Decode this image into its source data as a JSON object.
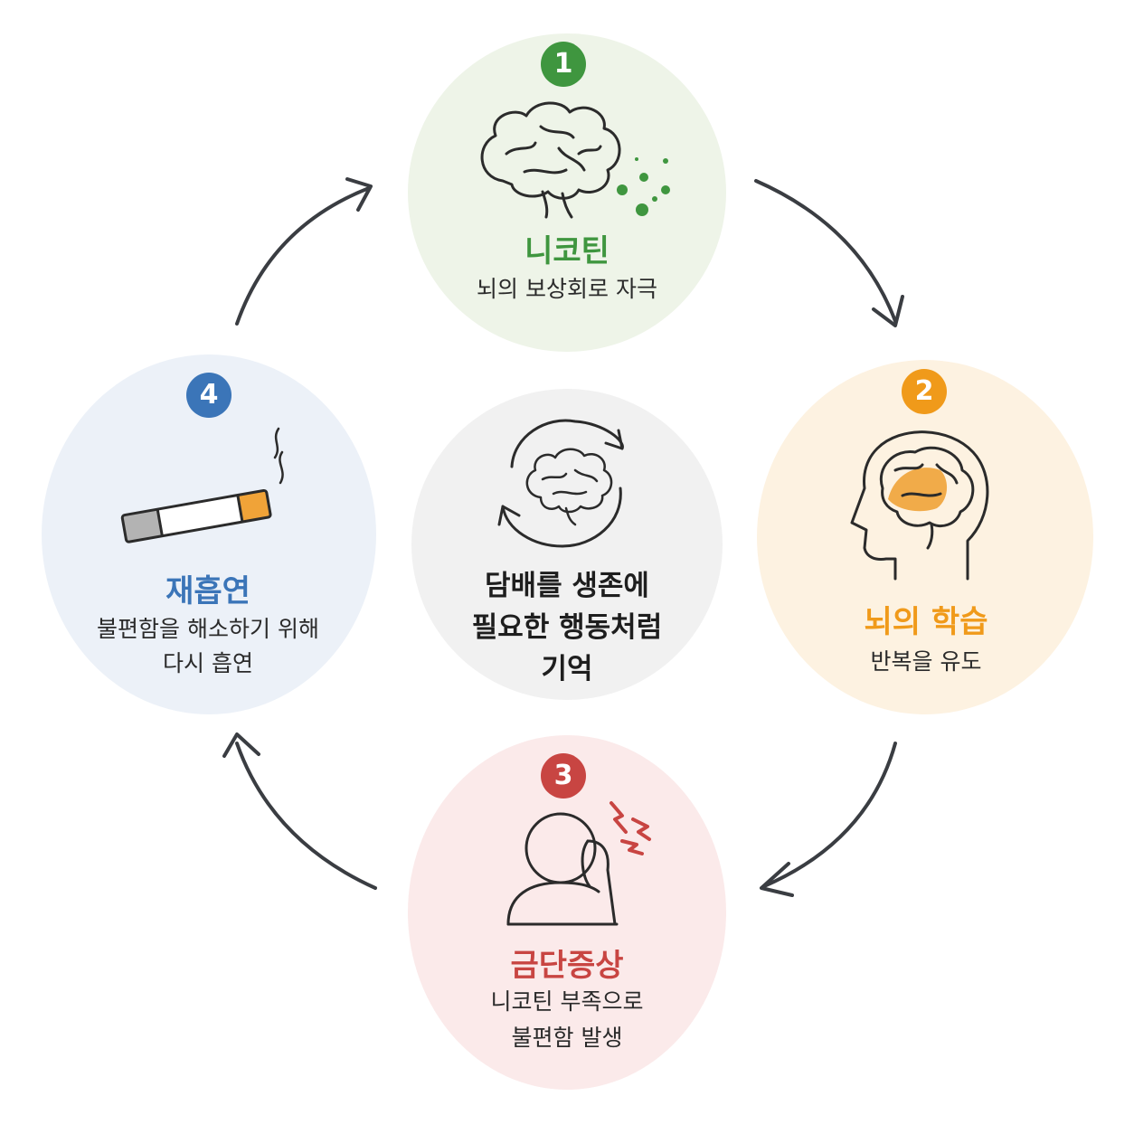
{
  "center": {
    "lines": [
      "담배를 생존에",
      "필요한 행동처럼",
      "기억"
    ]
  },
  "steps": [
    {
      "number": "1",
      "title": "니코틴",
      "desc": [
        "뇌의 보상회로 자극"
      ],
      "icon": "brain-with-particles-icon",
      "color": "#3f963f",
      "bg": "#eef4e8"
    },
    {
      "number": "2",
      "title": "뇌의 학습",
      "desc": [
        "반복을 유도"
      ],
      "icon": "head-brain-highlight-icon",
      "color": "#f09a1a",
      "bg": "#fdf2e1"
    },
    {
      "number": "3",
      "title": "금단증상",
      "desc": [
        "니코틴 부족으로",
        "불편함 발생"
      ],
      "icon": "headache-person-icon",
      "color": "#c84542",
      "bg": "#fbeaea"
    },
    {
      "number": "4",
      "title": "재흡연",
      "desc": [
        "불편함을 해소하기 위해",
        "다시 흡연"
      ],
      "icon": "cigarette-icon",
      "color": "#3b75b8",
      "bg": "#ecf1f8"
    }
  ]
}
